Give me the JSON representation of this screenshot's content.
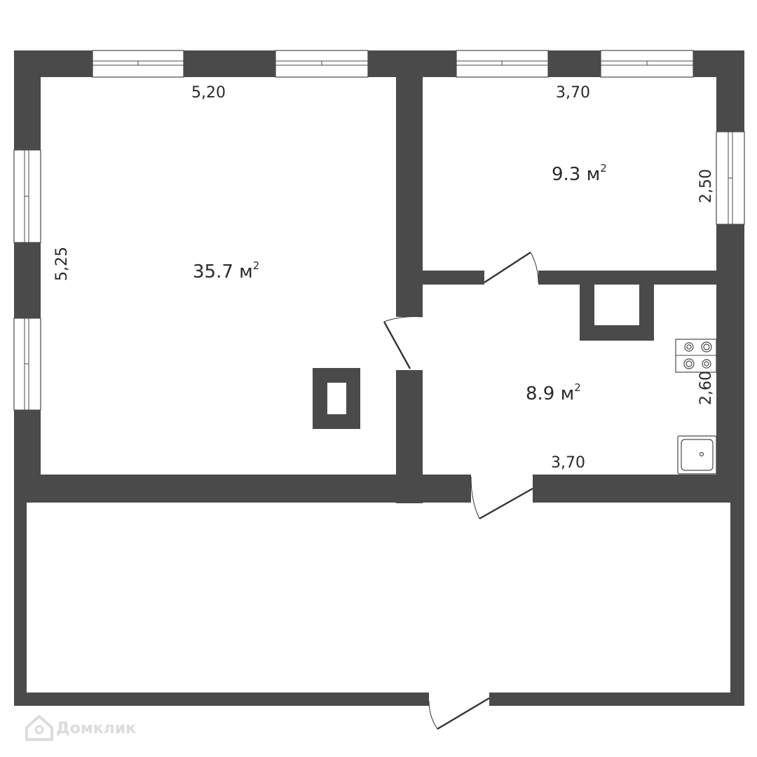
{
  "rooms": {
    "living": {
      "area": "35.7 м",
      "area_sup": "2"
    },
    "bedroom": {
      "area": "9.3 м",
      "area_sup": "2"
    },
    "kitchen": {
      "area": "8.9 м",
      "area_sup": "2"
    }
  },
  "dimensions": {
    "living_width": "5,20",
    "living_height": "5,25",
    "bedroom_width": "3,70",
    "bedroom_height": "2,50",
    "kitchen_height": "2,60",
    "kitchen_width": "3,70"
  },
  "watermark": {
    "text": "Домклик"
  },
  "colors": {
    "wall": "#4a4a4a",
    "watermark": "#dcdcdc"
  }
}
